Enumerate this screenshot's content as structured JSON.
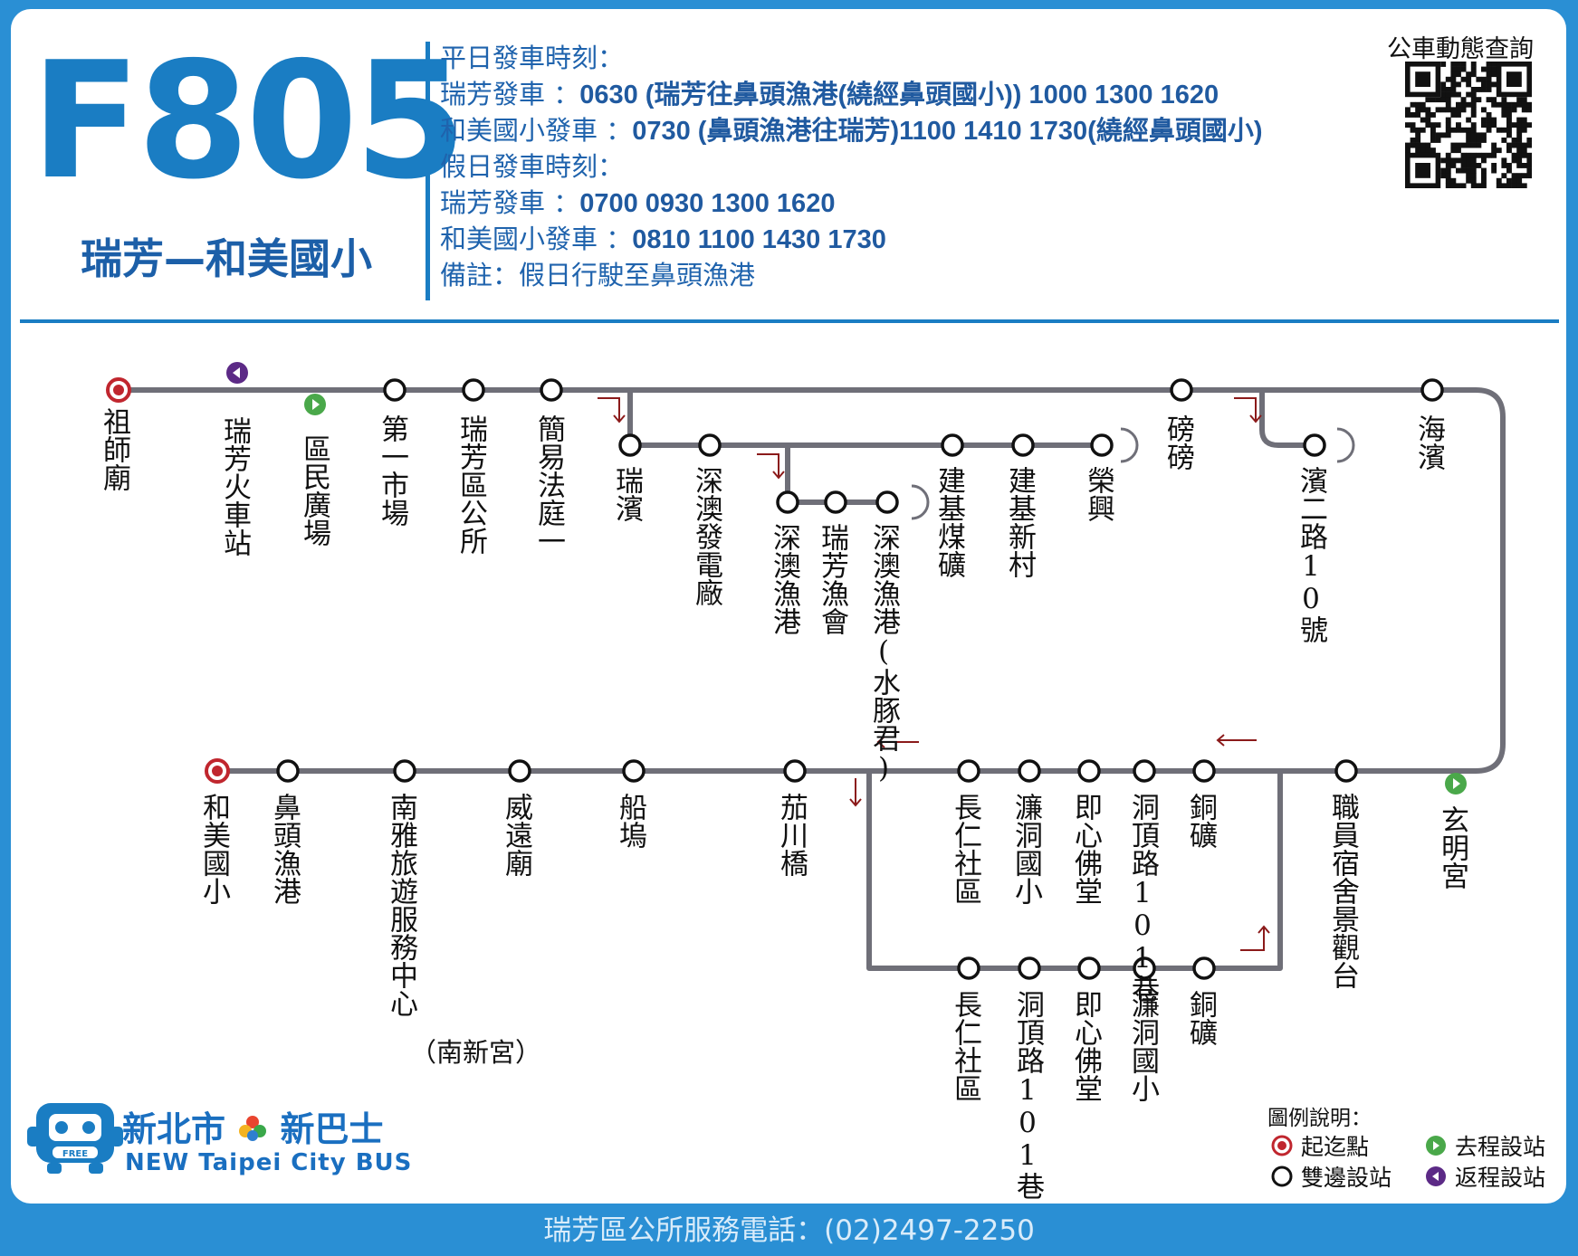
{
  "route": {
    "number": "F805",
    "name": "瑞芳—和美國小"
  },
  "schedule": [
    {
      "type": "head",
      "label": "平日發車時刻："
    },
    {
      "type": "row",
      "label": "瑞芳發車 ：",
      "times": "0630 (瑞芳往鼻頭漁港(繞經鼻頭國小)) 1000 1300 1620"
    },
    {
      "type": "row",
      "label": "和美國小發車 ：",
      "times": "0730 (鼻頭漁港往瑞芳)1100 1410 1730(繞經鼻頭國小)"
    },
    {
      "type": "head",
      "label": "假日發車時刻："
    },
    {
      "type": "row",
      "label": "瑞芳發車 ：",
      "times": "0700 0930 1300 1620"
    },
    {
      "type": "row",
      "label": "和美國小發車 ：",
      "times": "0810 1100 1430 1730"
    },
    {
      "type": "head",
      "label": "備註：假日行駛至鼻頭漁港"
    }
  ],
  "qr_label": "公車動態查詢",
  "colors": {
    "route_line": "#6f6f78",
    "terminal": "#c0262e",
    "outbound": "#4aa84a",
    "inbound": "#5c2a86",
    "arrow": "#8b1a1a",
    "brand": "#1a7dc3"
  },
  "stops": [
    {
      "name": "祖師廟",
      "type": "terminal"
    },
    {
      "name": "瑞芳火車站",
      "type": "inbound"
    },
    {
      "name": "區民廣場",
      "type": "outbound"
    },
    {
      "name": "第一市場",
      "type": "both"
    },
    {
      "name": "瑞芳區公所",
      "type": "both"
    },
    {
      "name": "簡易法庭一",
      "type": "both"
    },
    {
      "name": "瑞濱",
      "type": "both"
    },
    {
      "name": "深澳發電廠",
      "type": "both"
    },
    {
      "name": "深澳漁港",
      "type": "both"
    },
    {
      "name": "瑞芳漁會",
      "type": "both"
    },
    {
      "name": "深澳漁港(水豚君)",
      "type": "both"
    },
    {
      "name": "建基煤礦",
      "type": "both"
    },
    {
      "name": "建基新村",
      "type": "both"
    },
    {
      "name": "榮興",
      "type": "both"
    },
    {
      "name": "磅磅",
      "type": "both"
    },
    {
      "name": "濱二路10號",
      "type": "both"
    },
    {
      "name": "海濱",
      "type": "both"
    },
    {
      "name": "玄明宮",
      "type": "outbound"
    },
    {
      "name": "職員宿舍景觀台",
      "type": "both"
    },
    {
      "name": "銅礦",
      "type": "both"
    },
    {
      "name": "洞頂路101巷",
      "type": "both"
    },
    {
      "name": "即心佛堂",
      "type": "both"
    },
    {
      "name": "濂洞國小",
      "type": "both"
    },
    {
      "name": "長仁社區",
      "type": "both"
    },
    {
      "name": "銅礦",
      "type": "both"
    },
    {
      "name": "濂洞國小",
      "type": "both"
    },
    {
      "name": "即心佛堂",
      "type": "both"
    },
    {
      "name": "洞頂路101巷",
      "type": "both"
    },
    {
      "name": "長仁社區",
      "type": "both"
    },
    {
      "name": "茄川橋",
      "type": "both"
    },
    {
      "name": "船塢",
      "type": "both"
    },
    {
      "name": "威遠廟",
      "type": "both"
    },
    {
      "name": "南雅旅遊服務中心",
      "type": "both",
      "note": "（南新宮）"
    },
    {
      "name": "鼻頭漁港",
      "type": "both"
    },
    {
      "name": "和美國小",
      "type": "terminal"
    }
  ],
  "logo": {
    "line1": "新北市",
    "line1b": "新巴士",
    "line2": "NEW Taipei City BUS",
    "badge": "FREE"
  },
  "legend": {
    "title": "圖例說明：",
    "items": [
      {
        "label": "起迄點",
        "type": "terminal"
      },
      {
        "label": "去程設站",
        "type": "outbound"
      },
      {
        "label": "雙邊設站",
        "type": "both"
      },
      {
        "label": "返程設站",
        "type": "inbound"
      }
    ]
  },
  "footer": "瑞芳區公所服務電話：(02)2497-2250"
}
